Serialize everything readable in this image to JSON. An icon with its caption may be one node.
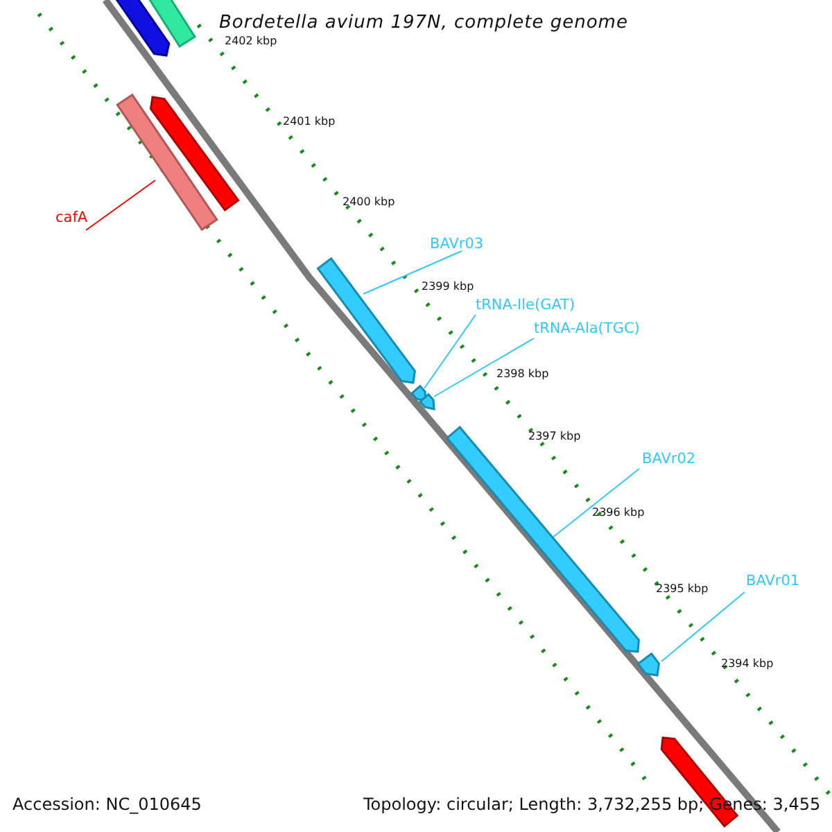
{
  "diagram": {
    "title": "Bordetella avium 197N, complete genome",
    "nodes": [
      {
        "text": [
          "cafA"
        ]
      },
      {
        "text": [
          "BAVr03"
        ]
      },
      {
        "text": [
          "tRNA-Ile(GAT)"
        ]
      },
      {
        "text": [
          "tRNA-Ala(TGC)"
        ]
      },
      {
        "text": [
          "BAVr02"
        ]
      },
      {
        "text": [
          "BAVr01"
        ]
      },
      {
        "text": [],
        "shape": "bar"
      },
      {
        "text": [],
        "shape": "bar"
      },
      {
        "text": [],
        "shape": "bar"
      },
      {
        "text": [],
        "shape": "bar"
      },
      {
        "text": [],
        "shape": "bar"
      },
      {
        "text": [],
        "shape": "bar"
      },
      {
        "text": [],
        "shape": "bar"
      },
      {
        "text": [],
        "shape": "bar"
      },
      {
        "text": [],
        "shape": "bar"
      },
      {
        "text": [],
        "shape": "bar"
      }
    ],
    "edges": [
      {
        "from": 0,
        "to": 8,
        "arrow": "none",
        "color": "#ff0000"
      },
      {
        "from": 1,
        "to": 10,
        "arrow": "none"
      },
      {
        "from": 2,
        "to": 11,
        "arrow": "none"
      },
      {
        "from": 3,
        "to": 12,
        "arrow": "none"
      },
      {
        "from": 4,
        "to": 13,
        "arrow": "none"
      },
      {
        "from": 5,
        "to": 14,
        "arrow": "none"
      }
    ],
    "labels": [
      "2402 kbp",
      "2401 kbp",
      "2400 kbp",
      "2399 kbp",
      "2398 kbp",
      "2397 kbp",
      "2396 kbp",
      "2395 kbp",
      "2394 kbp",
      "Accession: NC_010645",
      "Topology: circular; Length: 3,732,255 bp; Genes: 3,455"
    ]
  }
}
